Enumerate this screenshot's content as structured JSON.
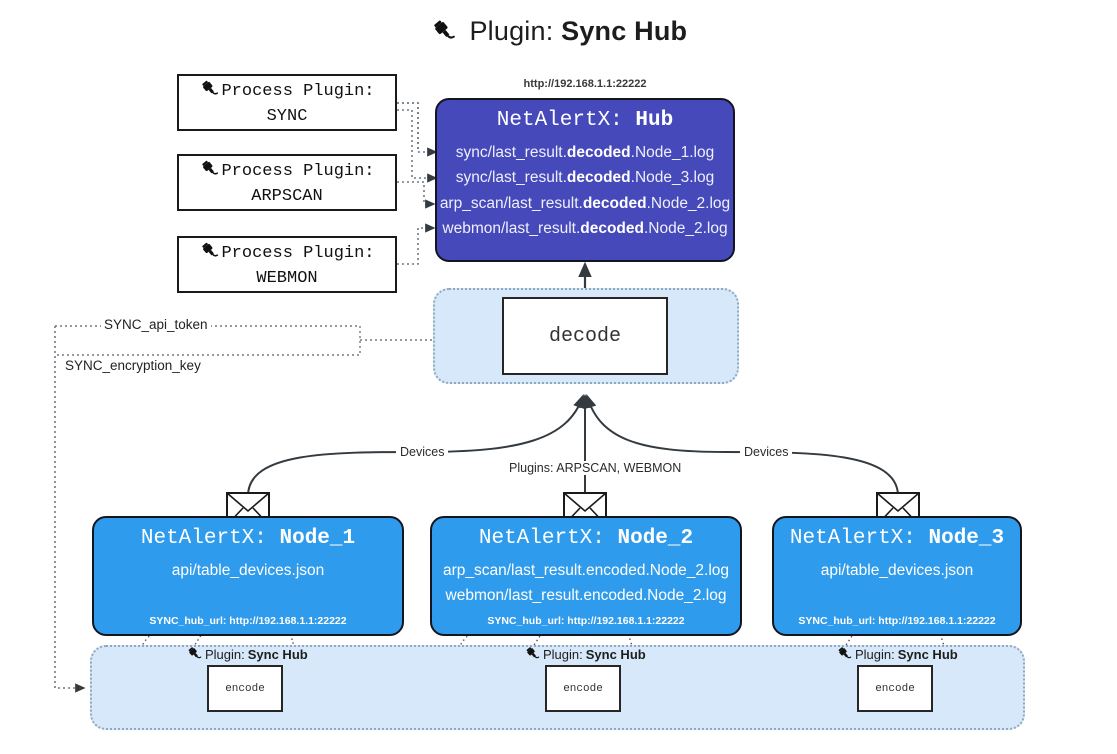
{
  "title": {
    "icon": "plug-icon",
    "prefix": "Plugin:",
    "name": "Sync Hub"
  },
  "process_plugins": [
    {
      "line1": "Process Plugin:",
      "line2": "SYNC",
      "icon": "plug-icon"
    },
    {
      "line1": "Process Plugin:",
      "line2": "ARPSCAN",
      "icon": "plug-icon"
    },
    {
      "line1": "Process Plugin:",
      "line2": "WEBMON",
      "icon": "plug-icon"
    }
  ],
  "hub": {
    "url_label": "http://192.168.1.1:22222",
    "app": "NetAlertX:",
    "name": "Hub",
    "logs": [
      {
        "pre": "sync/last_result.",
        "em": "decoded",
        "post": ".Node_1.log"
      },
      {
        "pre": "sync/last_result.",
        "em": "decoded",
        "post": ".Node_3.log"
      },
      {
        "pre": "arp_scan/last_result.",
        "em": "decoded",
        "post": ".Node_2.log"
      },
      {
        "pre": "webmon/last_result.",
        "em": "decoded",
        "post": ".Node_2.log"
      }
    ]
  },
  "decode": {
    "label": "decode"
  },
  "keys": [
    {
      "label": "SYNC_api_token"
    },
    {
      "label": "SYNC_encryption_key"
    }
  ],
  "edges": {
    "devices_left": "Devices",
    "devices_right": "Devices",
    "plugins_center": "Plugins: ARPSCAN, WEBMON"
  },
  "nodes": [
    {
      "app": "NetAlertX:",
      "name": "Node_1",
      "lines": [
        "api/table_devices.json"
      ],
      "footer": "SYNC_hub_url: http://192.168.1.1:22222",
      "envelope_icon": "envelope-icon"
    },
    {
      "app": "NetAlertX:",
      "name": "Node_2",
      "lines": [
        "arp_scan/last_result.encoded.Node_2.log",
        "webmon/last_result.encoded.Node_2.log"
      ],
      "footer": "SYNC_hub_url: http://192.168.1.1:22222",
      "envelope_icon": "envelope-icon"
    },
    {
      "app": "NetAlertX:",
      "name": "Node_3",
      "lines": [
        "api/table_devices.json"
      ],
      "footer": "SYNC_hub_url: http://192.168.1.1:22222",
      "envelope_icon": "envelope-icon"
    }
  ],
  "encoders": [
    {
      "plugin_prefix": "Plugin:",
      "plugin_name": "Sync Hub",
      "label": "encode",
      "icon": "plug-icon"
    },
    {
      "plugin_prefix": "Plugin:",
      "plugin_name": "Sync Hub",
      "label": "encode",
      "icon": "plug-icon"
    },
    {
      "plugin_prefix": "Plugin:",
      "plugin_name": "Sync Hub",
      "label": "encode",
      "icon": "plug-icon"
    }
  ],
  "colors": {
    "hub_fill": "#4649b9",
    "node_fill": "#2f9bec",
    "panel_fill": "#d6e8f9",
    "panel_border": "#8fa8bd",
    "stroke": "#333a40"
  }
}
